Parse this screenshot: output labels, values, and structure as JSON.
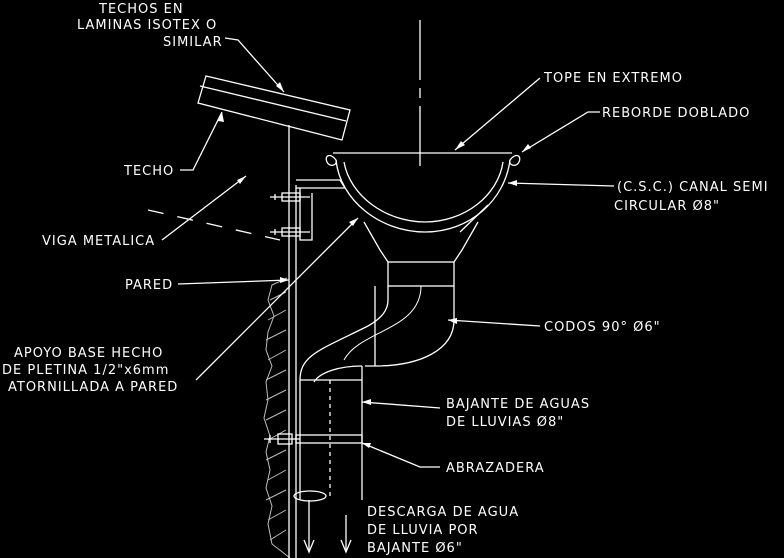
{
  "colors": {
    "background": "#000000",
    "line": "#ffffff",
    "hatch": "#bdbdbd"
  },
  "labels": {
    "techos_line1": "TECHOS EN",
    "techos_line2": "LAMINAS ISOTEX O",
    "techos_line3": "SIMILAR",
    "tope": "TOPE EN EXTREMO",
    "reborde": "REBORDE DOBLADO",
    "techo": "TECHO",
    "canal_line1": "(C.S.C.) CANAL SEMI",
    "canal_line2": "CIRCULAR Ø8\"",
    "viga": "VIGA METALICA",
    "pared": "PARED",
    "codos": "CODOS 90° Ø6\"",
    "apoyo_line1": "APOYO BASE HECHO",
    "apoyo_line2": "DE PLETINA 1/2\"x6mm",
    "apoyo_line3": "ATORNILLADA A PARED",
    "bajante_line1": "BAJANTE DE AGUAS",
    "bajante_line2": "DE LLUVIAS Ø8\"",
    "abrazadera": "ABRAZADERA",
    "descarga_line1": "DESCARGA DE AGUA",
    "descarga_line2": "DE LLUVIA POR",
    "descarga_line3": "BAJANTE Ø6\""
  }
}
